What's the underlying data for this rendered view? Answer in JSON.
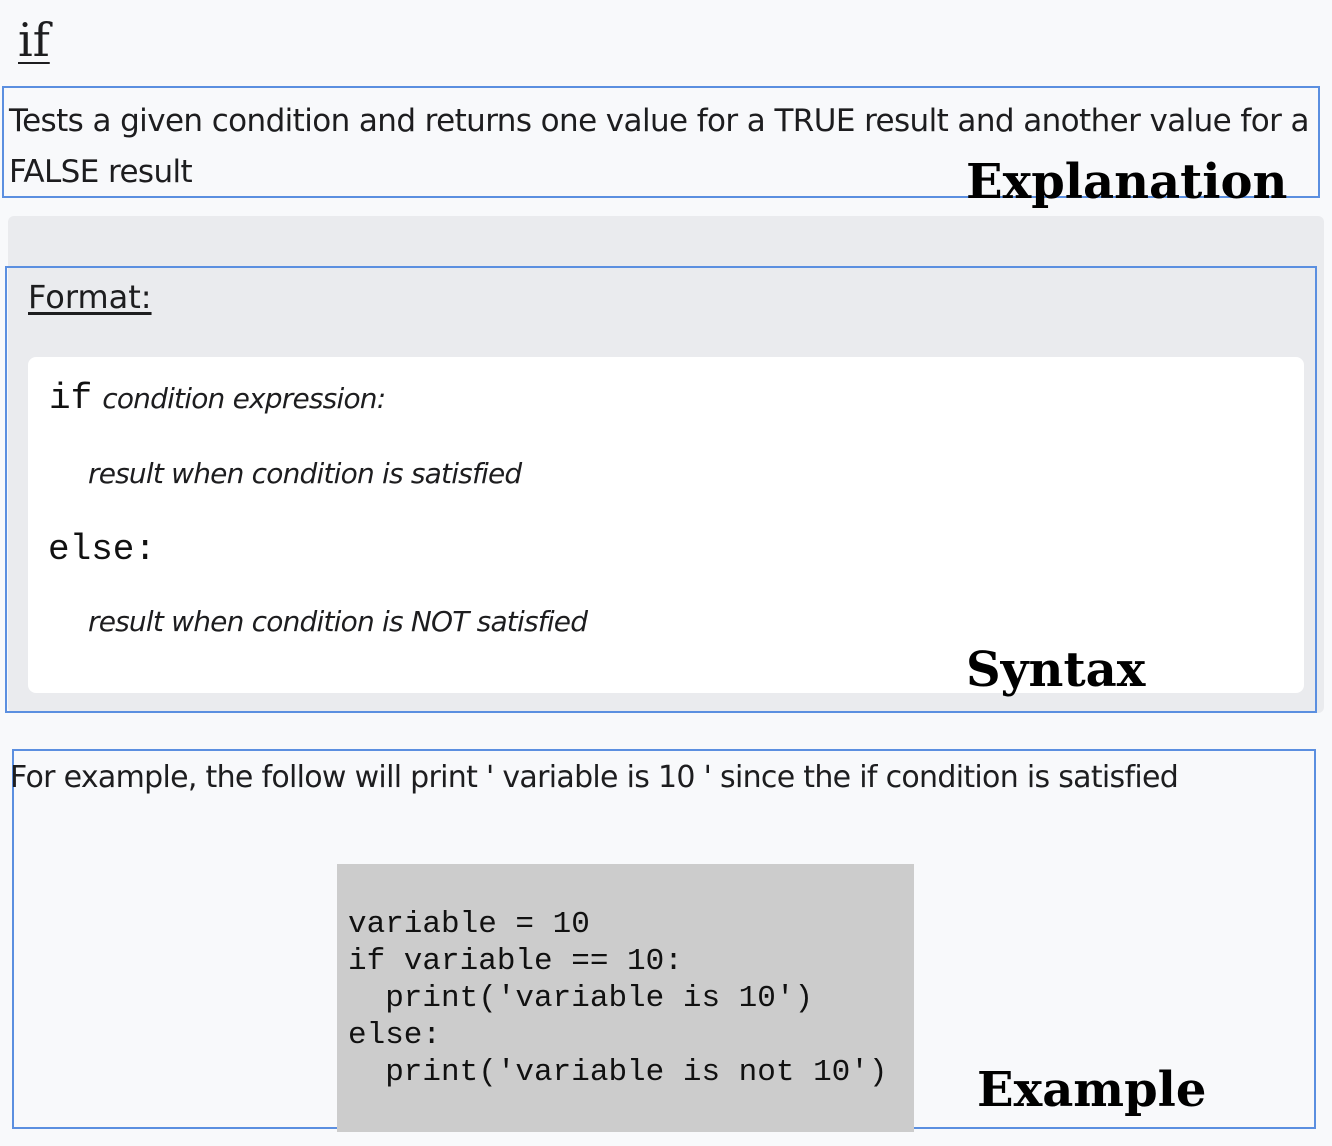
{
  "page": {
    "title": "if"
  },
  "explanation": {
    "text": "Tests a given condition and returns one value for a TRUE result and another value for a FALSE result",
    "label": "Explanation"
  },
  "syntax": {
    "format_label": "Format:",
    "line1_keyword": "if",
    "line1_text": "condition expression:",
    "line2_text": "result when condition is satisfied",
    "line3_keyword": "else:",
    "line4_text": "result when condition is NOT satisfied",
    "label": "Syntax"
  },
  "example": {
    "intro": "For example, the follow will print ' variable is 10 ' since the if condition is satisfied",
    "code": "variable = 10\nif variable == 10:\n  print('variable is 10')\nelse:\n  print('variable is not 10')",
    "label": "Example"
  },
  "colors": {
    "annotation_box_border": "#5b8fe0",
    "panel_background": "#eaebee",
    "code_background": "#cccccc",
    "page_background": "#f8f9fb"
  }
}
